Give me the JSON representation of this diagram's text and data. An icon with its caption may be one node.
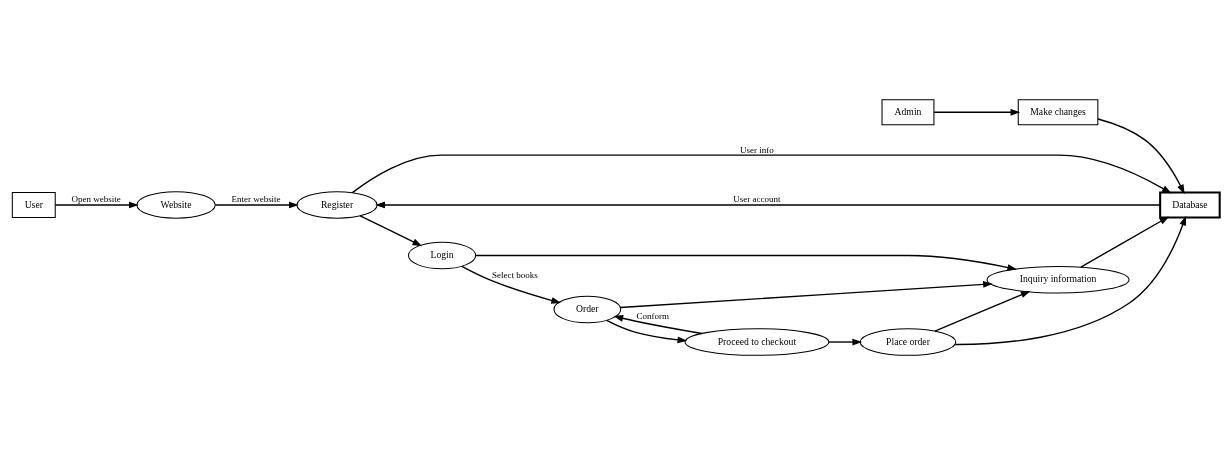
{
  "diagram": {
    "nodes": [
      {
        "text": [
          "User"
        ]
      },
      {
        "text": [
          "Website"
        ]
      },
      {
        "text": [
          "Admin"
        ]
      },
      {
        "text": [
          "Make changes"
        ]
      },
      {
        "text": [
          "Register"
        ]
      },
      {
        "text": [
          "Database"
        ]
      },
      {
        "text": [
          "Order"
        ]
      },
      {
        "text": [
          "Login"
        ]
      },
      {
        "text": [
          "Inquiry information"
        ]
      },
      {
        "text": [
          "Proceed to checkout"
        ]
      },
      {
        "text": [
          "Place order"
        ]
      }
    ],
    "edges": [
      {
        "from": 0,
        "to": 1,
        "arrow": "to",
        "label": "Open website"
      },
      {
        "from": 1,
        "to": 4,
        "arrow": "to",
        "label": "Enter website"
      },
      {
        "from": 2,
        "to": 3,
        "arrow": "to"
      },
      {
        "from": 3,
        "to": 5,
        "arrow": "to"
      },
      {
        "from": 4,
        "to": 5,
        "arrow": "to",
        "label": "User info"
      },
      {
        "from": 5,
        "to": 4,
        "arrow": "to",
        "label": "User account"
      },
      {
        "from": 4,
        "to": 7,
        "arrow": "to"
      },
      {
        "from": 7,
        "to": 6,
        "arrow": "to",
        "label": "Select books"
      },
      {
        "from": 7,
        "to": 8,
        "arrow": "to"
      },
      {
        "from": 8,
        "to": 5,
        "arrow": "to"
      },
      {
        "from": 9,
        "to": 6,
        "arrow": "to",
        "label": "Conform"
      },
      {
        "from": 6,
        "to": 9,
        "arrow": "to"
      },
      {
        "from": 6,
        "to": 8,
        "arrow": "to"
      },
      {
        "from": 9,
        "to": 10,
        "arrow": "to"
      },
      {
        "from": 10,
        "to": 8,
        "arrow": "to"
      },
      {
        "from": 10,
        "to": 5,
        "arrow": "to"
      }
    ]
  }
}
